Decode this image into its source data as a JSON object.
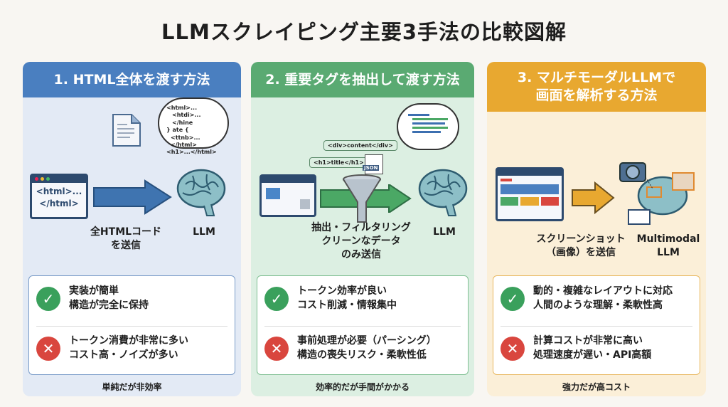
{
  "title": "LLMスクレイピング主要3手法の比較図解",
  "colors": {
    "blue": "#4a7fc0",
    "green": "#5aaa72",
    "orange": "#e8a830"
  },
  "panels": [
    {
      "header": "1. HTML全体を渡す方法",
      "browser_code": [
        "<html>...",
        "</html>"
      ],
      "cloud_lines": [
        "<html>...",
        "<htdi>...</hine",
        "} ate {",
        "<ttnb>...</html>",
        "<h1>...</html>"
      ],
      "send_label": [
        "全HTMLコード",
        "を送信"
      ],
      "llm_label": "LLM",
      "pros": [
        "実装が簡単",
        "構造が完全に保持"
      ],
      "cons": [
        "トークン消費が非常に多い",
        "コスト高・ノイズが多い"
      ],
      "footer": "単純だが非効率"
    },
    {
      "header": "2. 重要タグを抽出して渡す方法",
      "tags": [
        "<div>content</div>",
        "<h1>title</h1>"
      ],
      "json_label": "JSON",
      "send_label": [
        "抽出・フィルタリング",
        "クリーンなデータ",
        "のみ送信"
      ],
      "llm_label": "LLM",
      "pros": [
        "トークン効率が良い",
        "コスト削減・情報集中"
      ],
      "cons": [
        "事前処理が必要（パーシング）",
        "構造の喪失リスク・柔軟性低"
      ],
      "footer": "効率的だが手間がかかる"
    },
    {
      "header": [
        "3. マルチモーダルLLMで",
        "画面を解析する方法"
      ],
      "send_label": [
        "スクリーンショット",
        "（画像）を送信"
      ],
      "llm_label": [
        "Multimodal",
        "LLM"
      ],
      "pros": [
        "動的・複雑なレイアウトに対応",
        "人間のような理解・柔軟性高"
      ],
      "cons": [
        "計算コストが非常に高い",
        "処理速度が遅い・API高額"
      ],
      "footer": "強力だが高コスト"
    }
  ]
}
